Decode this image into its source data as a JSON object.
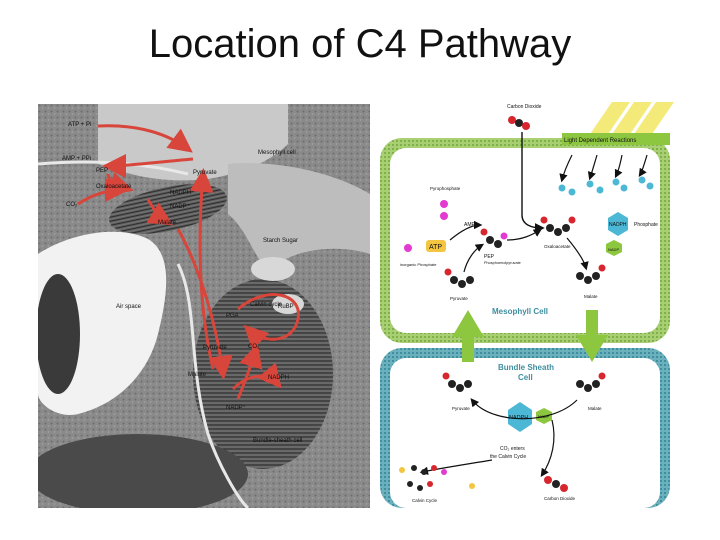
{
  "slide": {
    "title": "Location of C4 Pathway"
  },
  "micrograph": {
    "labels": {
      "atp_pi": "ATP + Pi",
      "amp_ppi": "AMP + PPi",
      "pep": "PEP",
      "oxaloacetate": "Oxaloacetate",
      "co2": "CO₂",
      "pyruvate_top": "Pyruvate",
      "mesophyll_cell": "Mesophyll cell",
      "nadph_top": "NADPH",
      "nadp_top": "NADP⁺",
      "malate_top": "Malate",
      "starch_sugar": "Starch Sugar",
      "air_space": "Air space",
      "calvin_cycle": "Calvin cycle",
      "rubp": "RuBP",
      "pga": "PGA",
      "pyruvate_bottom": "Pyruvate",
      "co2_bottom": "CO₂",
      "nadph_bottom": "NADPH",
      "malate_bottom": "Malate",
      "nadp_bottom": "NADP⁺",
      "bundle_sheath": "Bundle-sheath cell"
    }
  },
  "schematic": {
    "labels": {
      "carbon_dioxide_top": "Carbon Dioxide",
      "light_reactions": "Light Dependent Reactions",
      "pyrophosphate": "Pyrophosphate",
      "amp": "AMP",
      "atp": "ATP",
      "nadph": "NADPH",
      "phosphate": "Phosphate",
      "inorganic_phosphate": "inorganic Phosphate",
      "pep": "PEP",
      "phosphoenolpyruvate": "Phosphoenolpyruvate",
      "oxaloacetate": "Oxaloacetate",
      "nadp": "NADP",
      "pyruvate_top": "Pyruvate",
      "malate_top": "Malate",
      "mesophyll_cell": "Mesophyll Cell",
      "bundle_sheath_cell_1": "Bundle Sheath",
      "bundle_sheath_cell_2": "Cell",
      "pyruvate_bottom": "Pyruvate",
      "malate_bottom": "Malate",
      "nadph_bottom": "NADPH",
      "nadp_bottom": "NADP",
      "co2_enters_1": "CO₂ enters",
      "co2_enters_2": "the Calvin Cycle",
      "calvin_cycle": "Calvin Cycle",
      "carbon_dioxide_bottom": "Carbon Dioxide"
    },
    "colors": {
      "cell_green": "#8fbf5a",
      "cell_teal": "#3f8fa0",
      "arrow_green": "#8dc63f",
      "yellow_band": "#f3ea7a",
      "carbon": "#222222",
      "oxygen": "#d7262e",
      "phosphate": "#e33ad0"
    }
  }
}
